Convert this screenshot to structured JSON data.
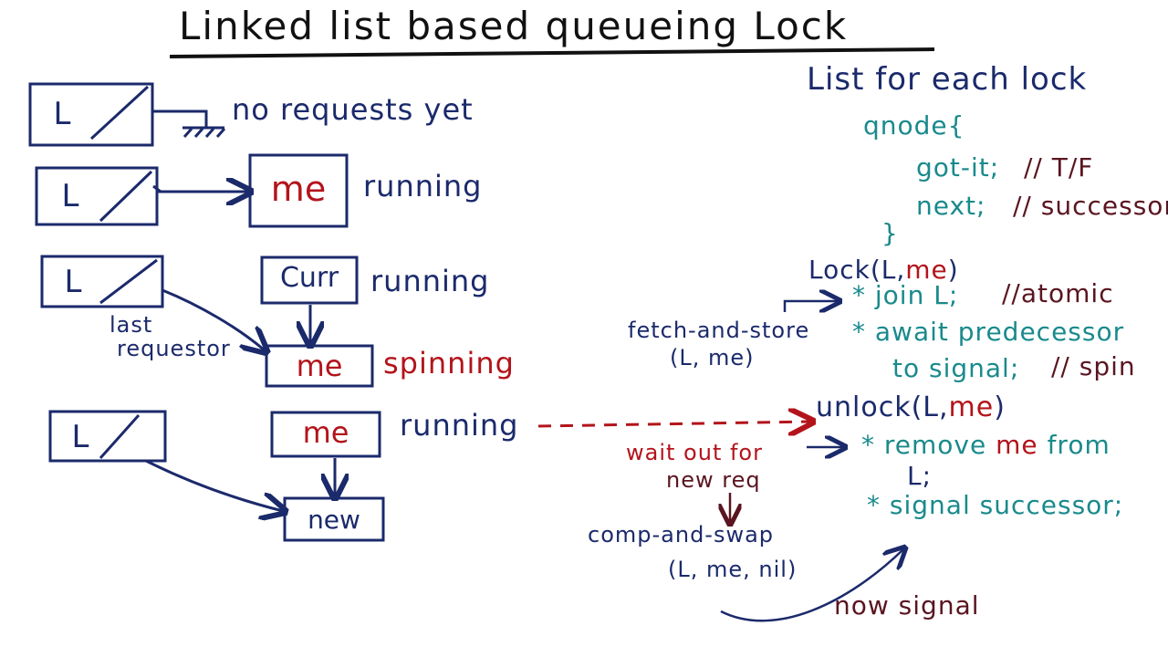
{
  "title": "Linked list based queueing Lock",
  "colors": {
    "ink_navy": "#1b2a6b",
    "ink_red": "#b3141b",
    "ink_teal": "#1a8a8c",
    "ink_dark_red": "#5a1520",
    "ink_black": "#111111"
  },
  "left_diagram": {
    "row1": {
      "lock": "L",
      "note": "no requests yet"
    },
    "row2": {
      "lock": "L",
      "node": "me",
      "state": "running"
    },
    "row3": {
      "lock": "L",
      "node_curr": "Curr",
      "state_curr": "running",
      "last_label_1": "last",
      "last_label_2": "requestor",
      "node_me": "me",
      "state_me": "spinning"
    },
    "row4": {
      "lock": "L",
      "node_me": "me",
      "state_me": "running",
      "node_new": "new"
    }
  },
  "right_code": {
    "heading": "List for each lock",
    "qnode_open": "qnode{",
    "field1": "got-it;",
    "comment1": "// T/F",
    "field2": "next;",
    "comment2": "// successor",
    "qnode_close": "}",
    "lock_sig_1": "Lock(L,",
    "lock_sig_me": "me",
    "lock_sig_2": ")",
    "step_join": "* join L;",
    "step_join_comment": "//atomic",
    "fetch_store_1": "fetch-and-store",
    "fetch_store_2": "(L, me)",
    "step_await_1": "* await predecessor",
    "step_await_2": "to signal;",
    "step_await_comment": "// spin",
    "unlock_sig_1": "unlock(L,",
    "unlock_sig_me": "me",
    "unlock_sig_2": ")",
    "wait_out_1": "wait out for",
    "wait_out_2": "new req",
    "step_remove_1": "* remove",
    "step_remove_me": "me",
    "step_remove_2": "from",
    "step_remove_3": "L;",
    "step_signal": "* signal successor;",
    "comp_swap_1": "comp-and-swap",
    "comp_swap_2": "(L, me, nil)",
    "now_signal": "now signal"
  }
}
